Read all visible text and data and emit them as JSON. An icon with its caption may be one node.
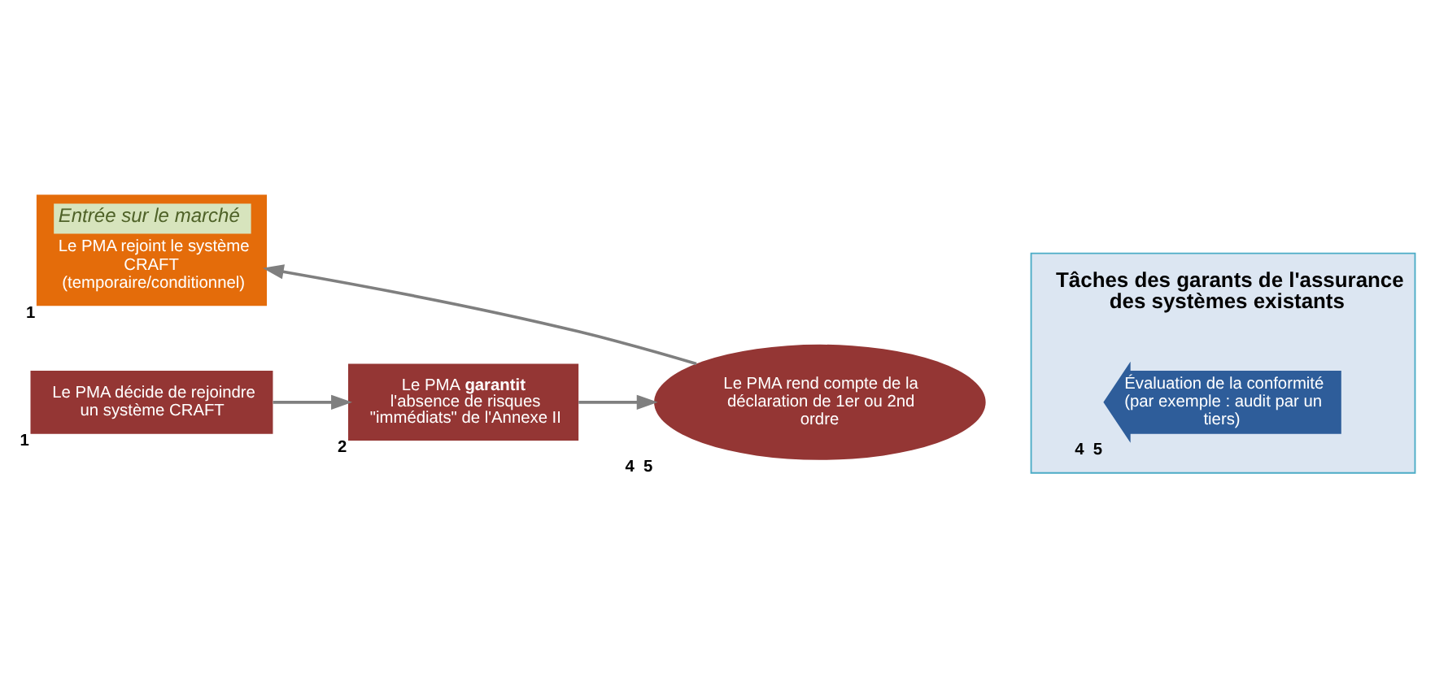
{
  "diagram": {
    "nodes": [
      {
        "text": [
          "Entrée sur le marché",
          "Le PMA rejoint le système CRAFT (temporaire/conditionnel)"
        ],
        "beside": [
          "1"
        ]
      },
      {
        "text": [
          "Le PMA décide de rejoindre un système CRAFT"
        ],
        "beside": [
          "1"
        ]
      },
      {
        "text": [
          "Le PMA **garantit** l'absence de risques \"immédiats\" de l'Annexe II"
        ],
        "beside": [
          "2"
        ]
      },
      {
        "text": [
          "Le PMA rend compte de la déclaration de 1er ou 2nd ordre"
        ],
        "beside": [
          "4",
          "5"
        ]
      },
      {
        "text": [
          "Tâches des garants de l'assurance des systèmes existants"
        ]
      },
      {
        "text": [
          "Évaluation de la conformité (par exemple : audit par un tiers)"
        ],
        "in": 4,
        "beside": [
          "4",
          "5"
        ]
      }
    ],
    "edges": [
      {
        "from": 1,
        "to": 2,
        "arrow": "to"
      },
      {
        "from": 2,
        "to": 3,
        "arrow": "to"
      },
      {
        "from": 3,
        "to": 0,
        "arrow": "to"
      }
    ]
  }
}
